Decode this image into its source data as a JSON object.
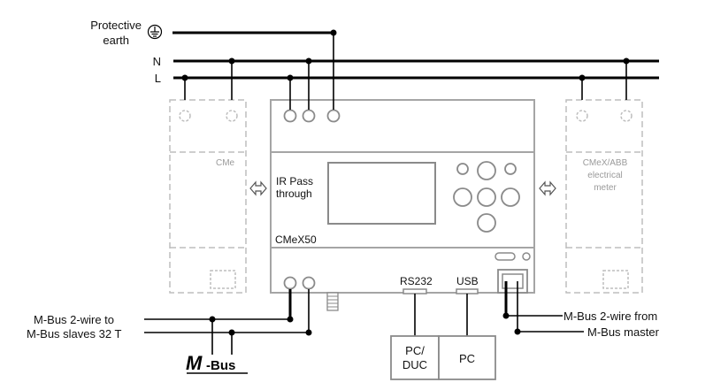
{
  "labels": {
    "protective_earth_line1": "Protective",
    "protective_earth_line2": "earth",
    "neutral": "N",
    "line": "L",
    "cme": "CMe",
    "cmex_abb_line1": "CMeX/ABB",
    "cmex_abb_line2": "electrical",
    "cmex_abb_line3": "meter",
    "ir_pass_line1": "IR Pass",
    "ir_pass_line2": "through",
    "device_name": "CMeX50",
    "rs232": "RS232",
    "usb": "USB",
    "pc_duc_line1": "PC/",
    "pc_duc_line2": "DUC",
    "pc": "PC",
    "mbus_to_line1": "M-Bus 2-wire to",
    "mbus_to_line2": "M-Bus slaves 32 T",
    "mbus_from_line1": "M-Bus 2-wire from",
    "mbus_from_line2": "M-Bus master",
    "mbus_logo_m": "M",
    "mbus_logo_text": "-Bus"
  },
  "icons": {
    "earth_symbol": "protective-earth-icon",
    "ir_link": "double-arrow-icon"
  },
  "colors": {
    "wire": "#000000",
    "device_outline": "#a5a5a5",
    "ghost_outline": "#bdbdbd",
    "ghost_text": "#9a9a9a"
  }
}
